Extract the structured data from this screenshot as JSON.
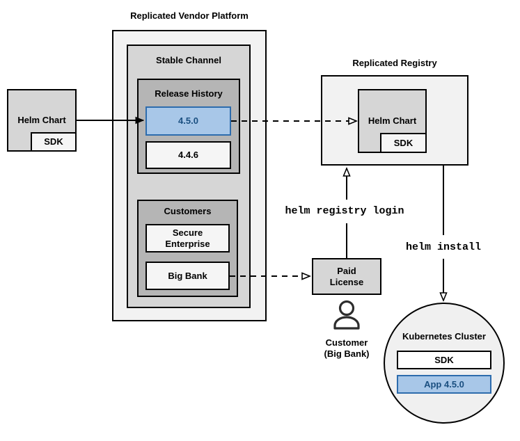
{
  "colors": {
    "highlight_fill": "#a8c7e8",
    "highlight_border": "#2d6cad",
    "highlight_text": "#1a4f80"
  },
  "vendor_platform": {
    "title": "Replicated Vendor Platform",
    "stable_channel": {
      "title": "Stable Channel",
      "release_history": {
        "title": "Release History",
        "releases": [
          {
            "version": "4.5.0",
            "highlighted": true
          },
          {
            "version": "4.4.6",
            "highlighted": false
          }
        ]
      },
      "customers": {
        "title": "Customers",
        "items": [
          {
            "name": "Secure\nEnterprise"
          },
          {
            "name": "Big Bank"
          }
        ]
      }
    }
  },
  "helm_chart_source": {
    "label": "Helm Chart",
    "sdk_label": "SDK"
  },
  "registry": {
    "title": "Replicated Registry",
    "helm_chart_label": "Helm Chart",
    "sdk_label": "SDK"
  },
  "paid_license": {
    "label": "Paid\nLicense"
  },
  "customer": {
    "caption": "Customer\n(Big Bank)"
  },
  "commands": {
    "registry_login": "helm registry login",
    "install": "helm install"
  },
  "kubernetes": {
    "title": "Kubernetes Cluster",
    "sdk_label": "SDK",
    "app_label": "App 4.5.0"
  }
}
